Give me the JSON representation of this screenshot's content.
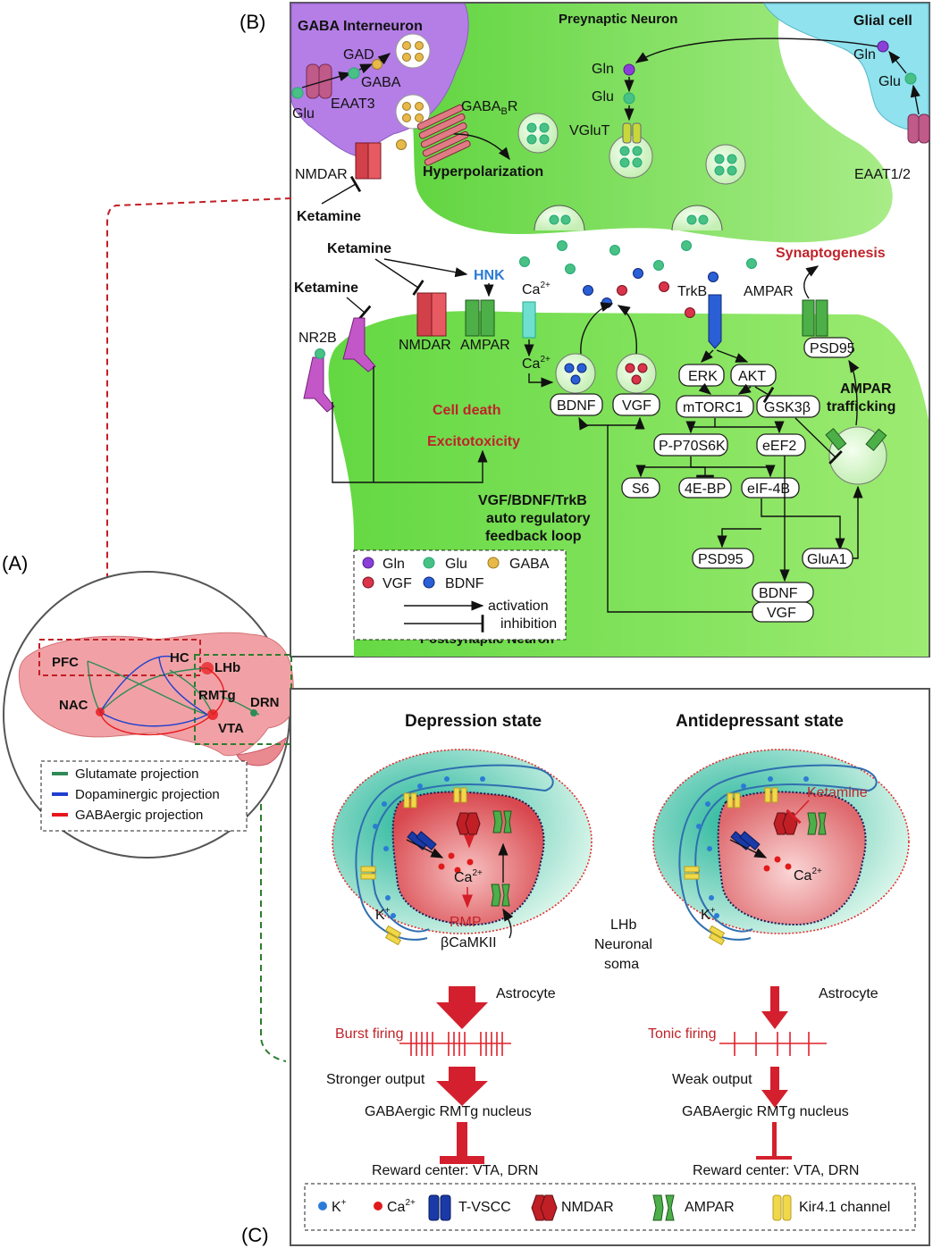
{
  "panels": {
    "A": "(A)",
    "B": "(B)",
    "C": "(C)"
  },
  "B": {
    "gaba_interneuron": "GABA Interneuron",
    "presynaptic": "Preynaptic Neuron",
    "glial": "Glial cell",
    "gad": "GAD",
    "gaba": "GABA",
    "glu_in": "Glu",
    "eaat3": "EAAT3",
    "gababr_main": "GABA",
    "gababr_sub": "B",
    "gababr_end": "R",
    "nmdar_top": "NMDAR",
    "ketamine_top": "Ketamine",
    "hyperpolarization": "Hyperpolarization",
    "gln": "Gln",
    "glu": "Glu",
    "vglut": "VGluT",
    "gln_g": "Gln",
    "glu_g": "Glu",
    "eaat12": "EAAT1/2",
    "ketamine_1": "Ketamine",
    "ketamine_2": "Ketamine",
    "hnk": "HNK",
    "ca_top": "Ca",
    "ca_mid": "Ca",
    "ca_sup": "2+",
    "trkb": "TrkB",
    "ampar_r": "AMPAR",
    "synaptogenesis": "Synaptogenesis",
    "nr2b": "NR2B",
    "nmdar_post": "NMDAR",
    "ampar_post": "AMPAR",
    "psd95_top": "PSD95",
    "erk": "ERK",
    "akt": "AKT",
    "mtorc1": "mTORC1",
    "gsk3b": "GSK3β",
    "bdnf": "BDNF",
    "vgf": "VGF",
    "ampar_traf1": "AMPAR",
    "ampar_traf2": "trafficking",
    "cell_death": "Cell death",
    "excitotoxicity": "Excitotoxicity",
    "p70": "P-P70S6K",
    "eef2": "eEF2",
    "s6": "S6",
    "ebp": "4E-BP",
    "eif": "eIF-4B",
    "loop1": "VGF/BDNF/TrkB",
    "loop2": "auto regulatory",
    "loop3": "feedback loop",
    "psd95_low": "PSD95",
    "glua1": "GluA1",
    "bdnf_low": "BDNF",
    "vgf_low": "VGF",
    "postsynaptic": "Postsynaptic Neuron",
    "legend": {
      "gln": "Gln",
      "glu": "Glu",
      "gaba": "GABA",
      "vgf": "VGF",
      "bdnf": "BDNF",
      "activation": "activation",
      "inhibition": "inhibition"
    },
    "colors": {
      "presyn": "#7fe060",
      "postsyn": "#6fdd4c",
      "gaba_cell": "#b57be8",
      "glial": "#8fe0ec",
      "gln_dot": "#8a3fd8",
      "glu_dot": "#49c184",
      "gaba_dot": "#e8b84a",
      "vgf_dot": "#d9344a",
      "bdnf_dot": "#2a5fd6"
    }
  },
  "A": {
    "pfc": "PFC",
    "hc": "HC",
    "lhb": "LHb",
    "nac": "NAC",
    "rmtg": "RMTg",
    "drn": "DRN",
    "vta": "VTA",
    "legend": [
      {
        "label": "Glutamate projection",
        "color": "#2e8b57"
      },
      {
        "label": "Dopaminergic projection",
        "color": "#1f3fd0"
      },
      {
        "label": "GABAergic projection",
        "color": "#e8161b"
      }
    ]
  },
  "C": {
    "depression": "Depression state",
    "antidepressant": "Antidepressant state",
    "ca": "Ca",
    "ca_sup": "2+",
    "k": "K",
    "k_sup": "+",
    "rmp": "RMP",
    "bcamkii": "βCaMKII",
    "lhb1": "LHb",
    "lhb2": "Neuronal",
    "lhb3": "soma",
    "astrocyte": "Astrocyte",
    "ketamine": "Ketamine",
    "burst": "Burst firing",
    "tonic": "Tonic firing",
    "stronger": "Stronger output",
    "weak": "Weak output",
    "rmtg_nucleus": "GABAergic RMTg nucleus",
    "reward": "Reward center: VTA, DRN",
    "legend": {
      "k": "K",
      "k_sup": "+",
      "ca": "Ca",
      "ca_sup": "2+",
      "tvscc": "T-VSCC",
      "nmdar": "NMDAR",
      "ampar": "AMPAR",
      "kir": "Kir4.1 channel"
    }
  }
}
